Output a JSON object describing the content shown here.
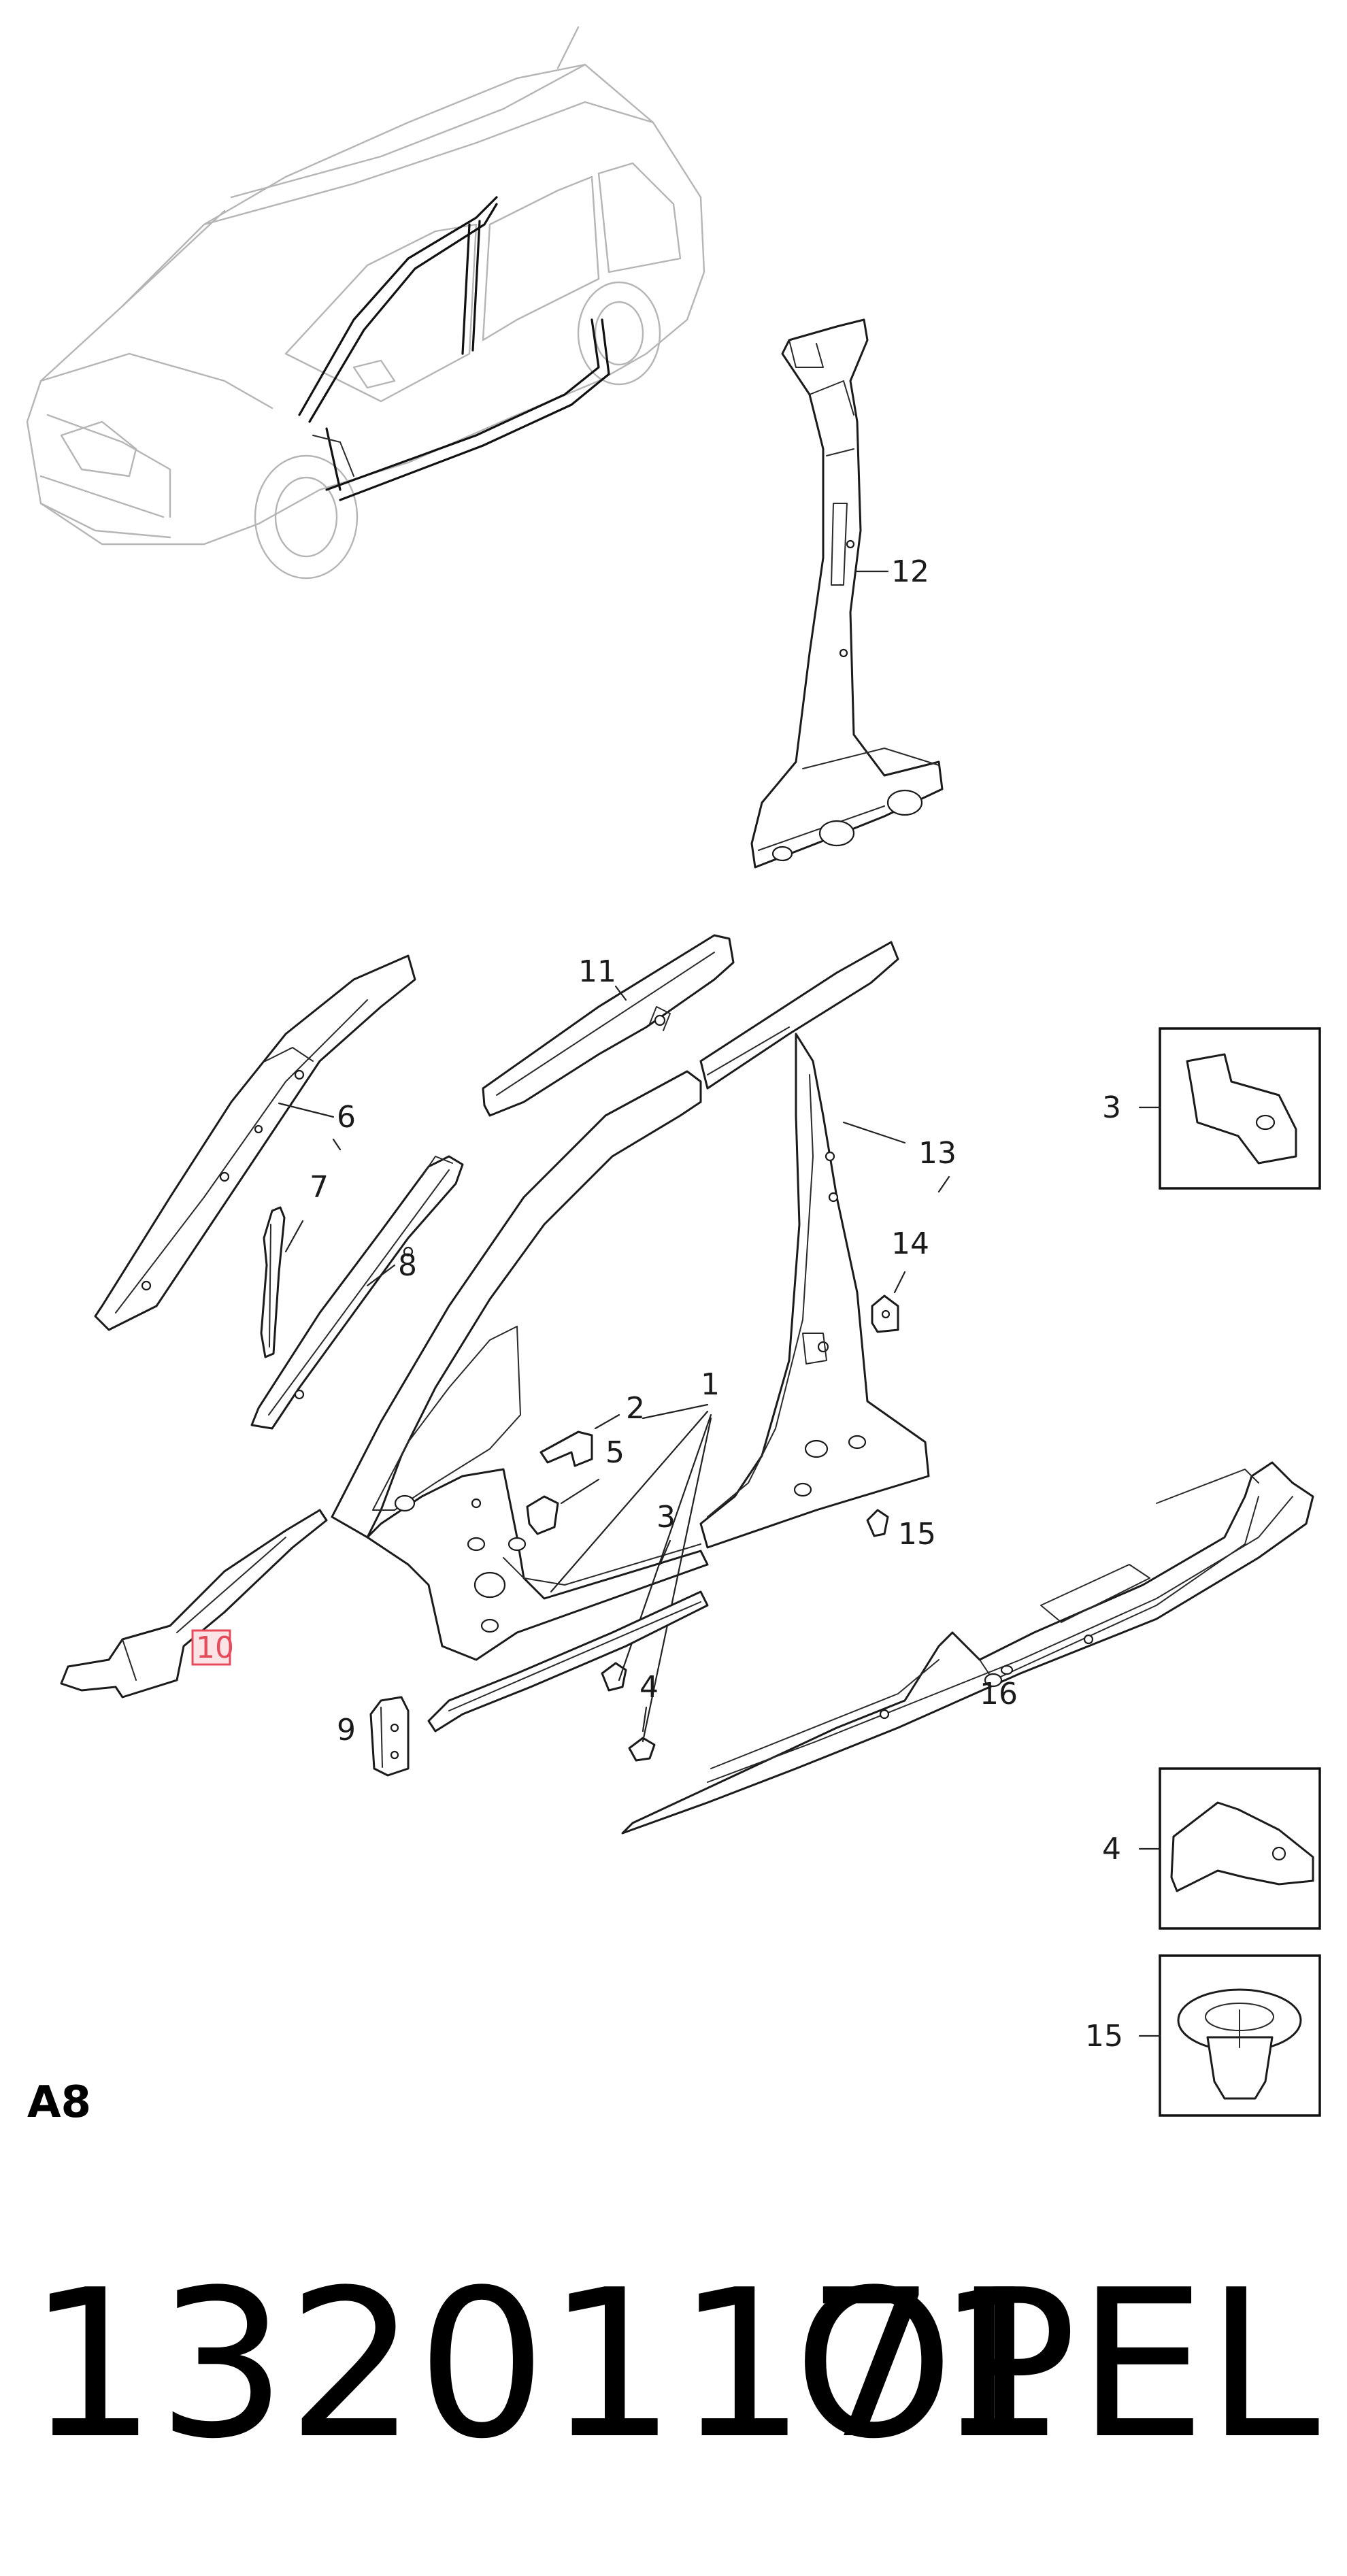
{
  "callouts": {
    "c1": "1",
    "c2": "2",
    "c3": "3",
    "c3b": "3",
    "c4": "4",
    "c4b": "4",
    "c5": "5",
    "c6": "6",
    "c7": "7",
    "c8": "8",
    "c9": "9",
    "c10": "10",
    "c11": "11",
    "c12": "12",
    "c13": "13",
    "c14": "14",
    "c15": "15",
    "c15b": "15",
    "c16": "16"
  },
  "highlighted_callout": "10",
  "highlight_color": "#e64b5a",
  "section_code": "A8",
  "footer": {
    "part_number": "13201171",
    "brand": "OPEL"
  }
}
